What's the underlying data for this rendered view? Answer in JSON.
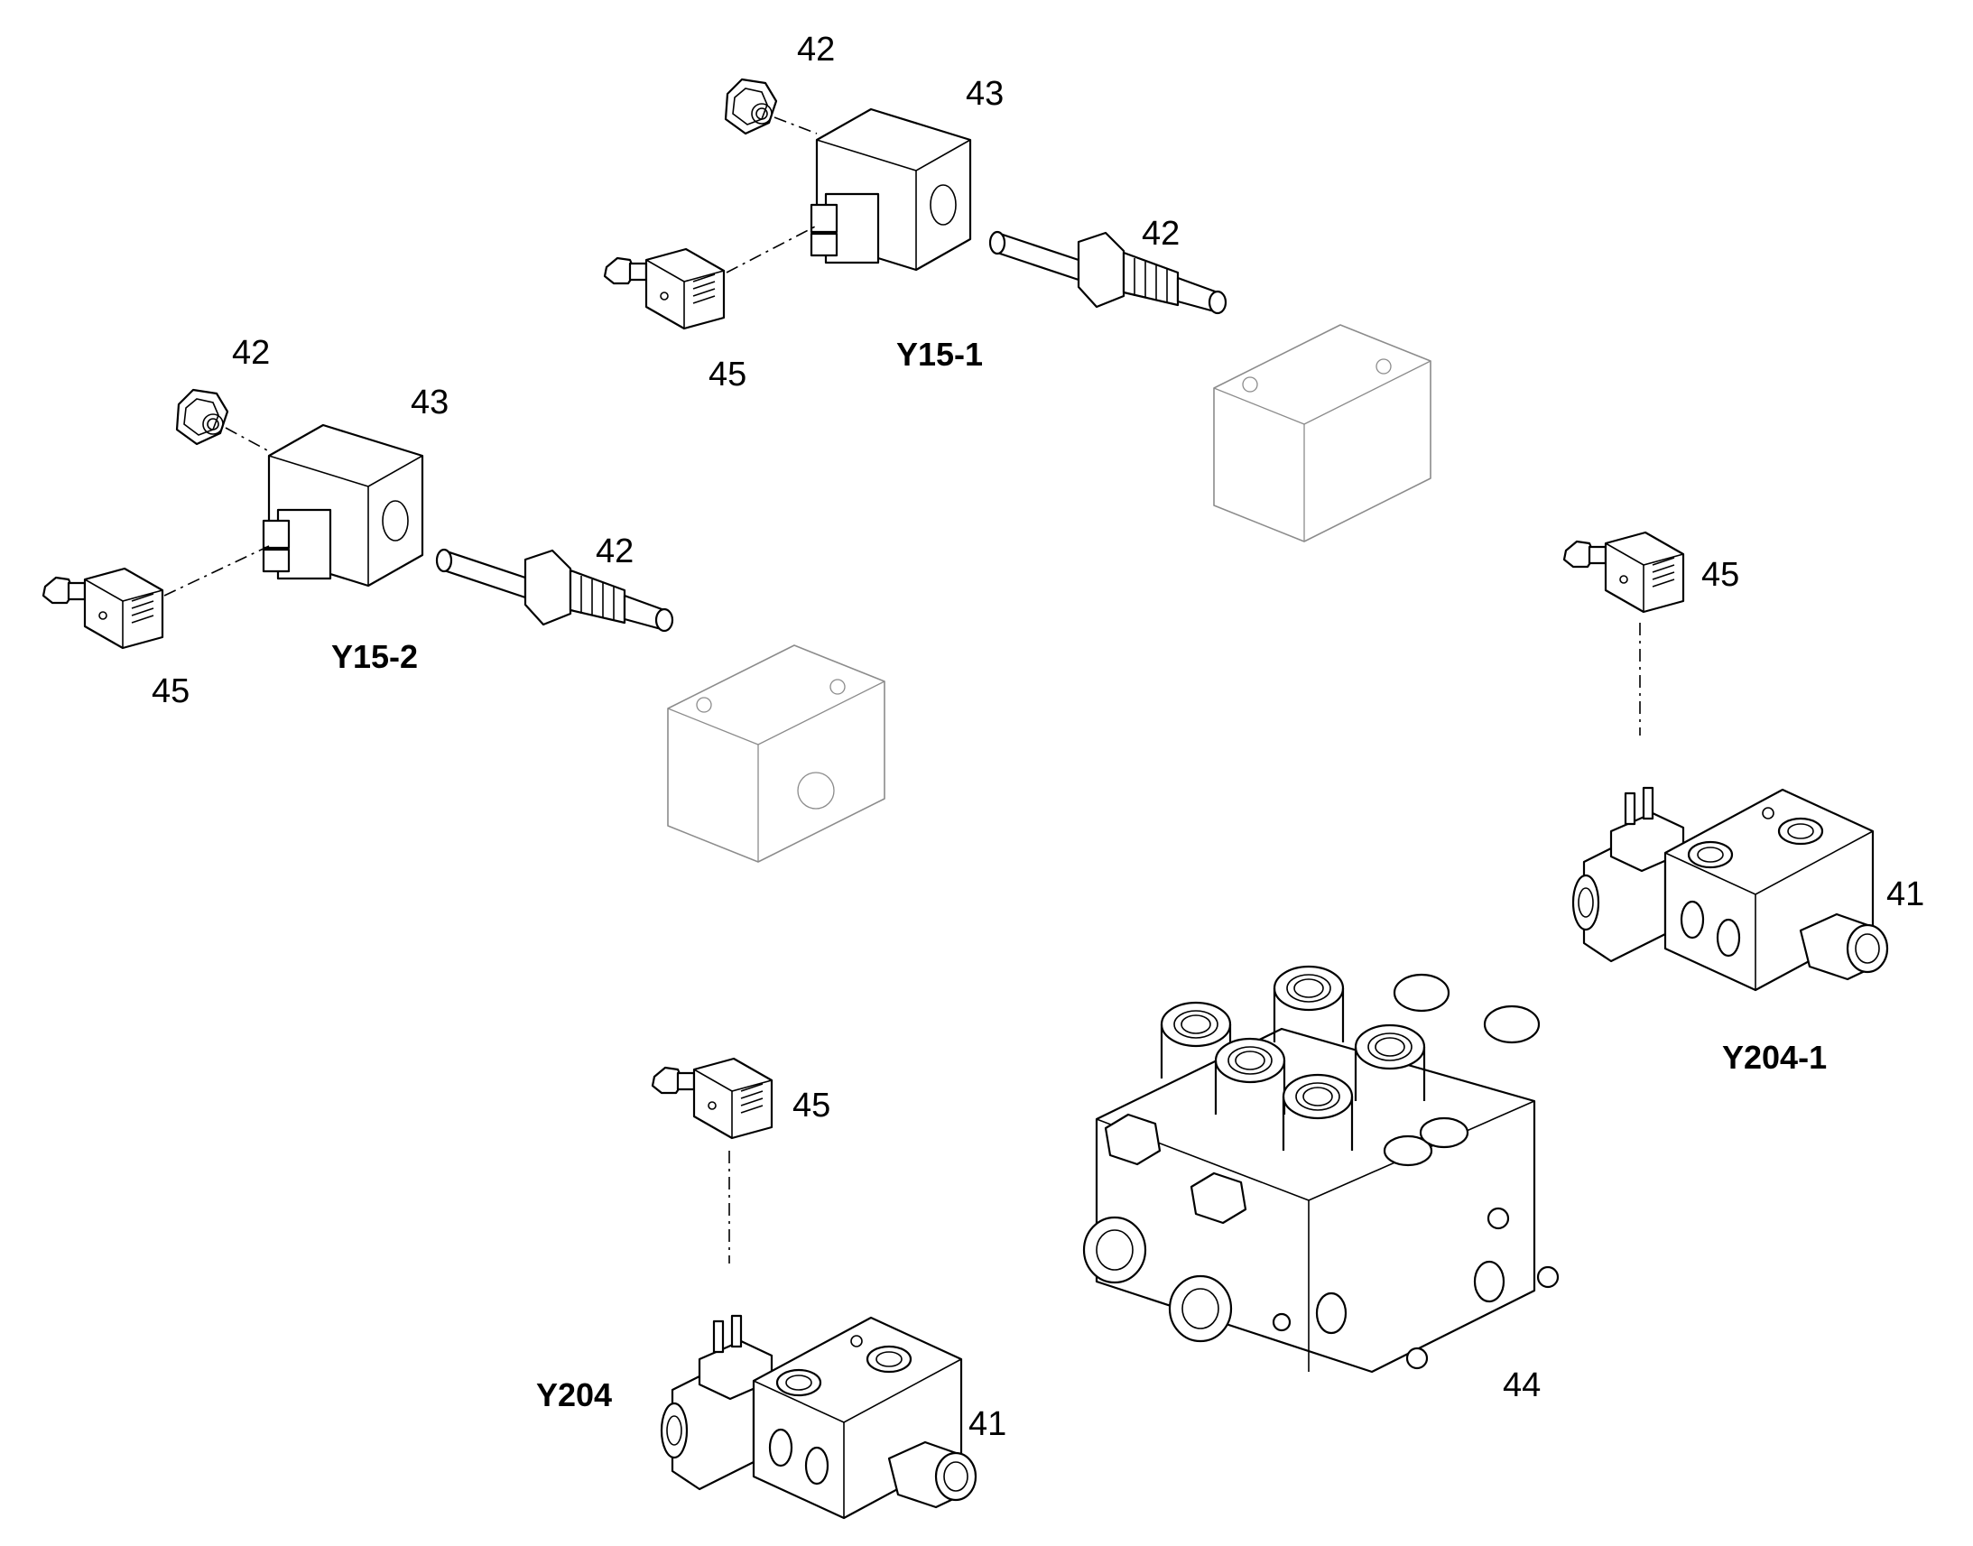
{
  "callouts": [
    {
      "id": "c42-a",
      "text": "42"
    },
    {
      "id": "c43-a",
      "text": "43"
    },
    {
      "id": "c42-b",
      "text": "42"
    },
    {
      "id": "c45-a",
      "text": "45"
    },
    {
      "id": "c42-c",
      "text": "42"
    },
    {
      "id": "c43-b",
      "text": "43"
    },
    {
      "id": "c42-d",
      "text": "42"
    },
    {
      "id": "c45-b",
      "text": "45"
    },
    {
      "id": "c45-c",
      "text": "45"
    },
    {
      "id": "c41-a",
      "text": "41"
    },
    {
      "id": "c45-d",
      "text": "45"
    },
    {
      "id": "c41-b",
      "text": "41"
    },
    {
      "id": "c44",
      "text": "44"
    }
  ],
  "labels": {
    "y15_1": "Y15-1",
    "y15_2": "Y15-2",
    "y204_1": "Y204-1",
    "y204": "Y204"
  }
}
